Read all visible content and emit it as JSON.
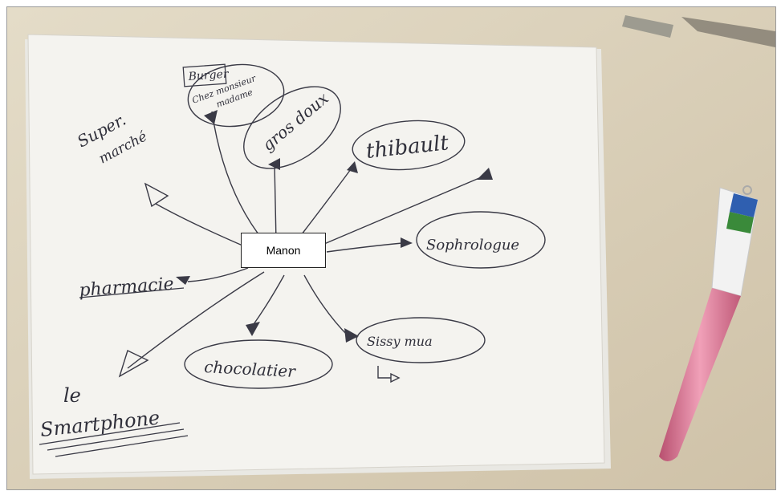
{
  "center_label": "Manon",
  "nodes": {
    "supermarche_1": "Super.",
    "supermarche_2": "marché",
    "burger": "Burger",
    "chez_1": "Chez monsieur",
    "chez_2": "madame",
    "gros_doux": "gros doux",
    "thibault": "thibault",
    "sophrologue": "Sophrologue",
    "pharmacie": "pharmacie",
    "sissy_mua": "Sissy mua",
    "chocolatier": "chocolatier",
    "smartphone_1": "le",
    "smartphone_2": "Smartphone"
  },
  "colors": {
    "desk": "#d9cdb6",
    "paper": "#f3f2ee",
    "ink": "#2f2f3a",
    "pen_body": "#d97a9a",
    "pen_cap": "#f2f2f2"
  },
  "icons": [
    "pen-icon",
    "arrowhead-icon"
  ]
}
